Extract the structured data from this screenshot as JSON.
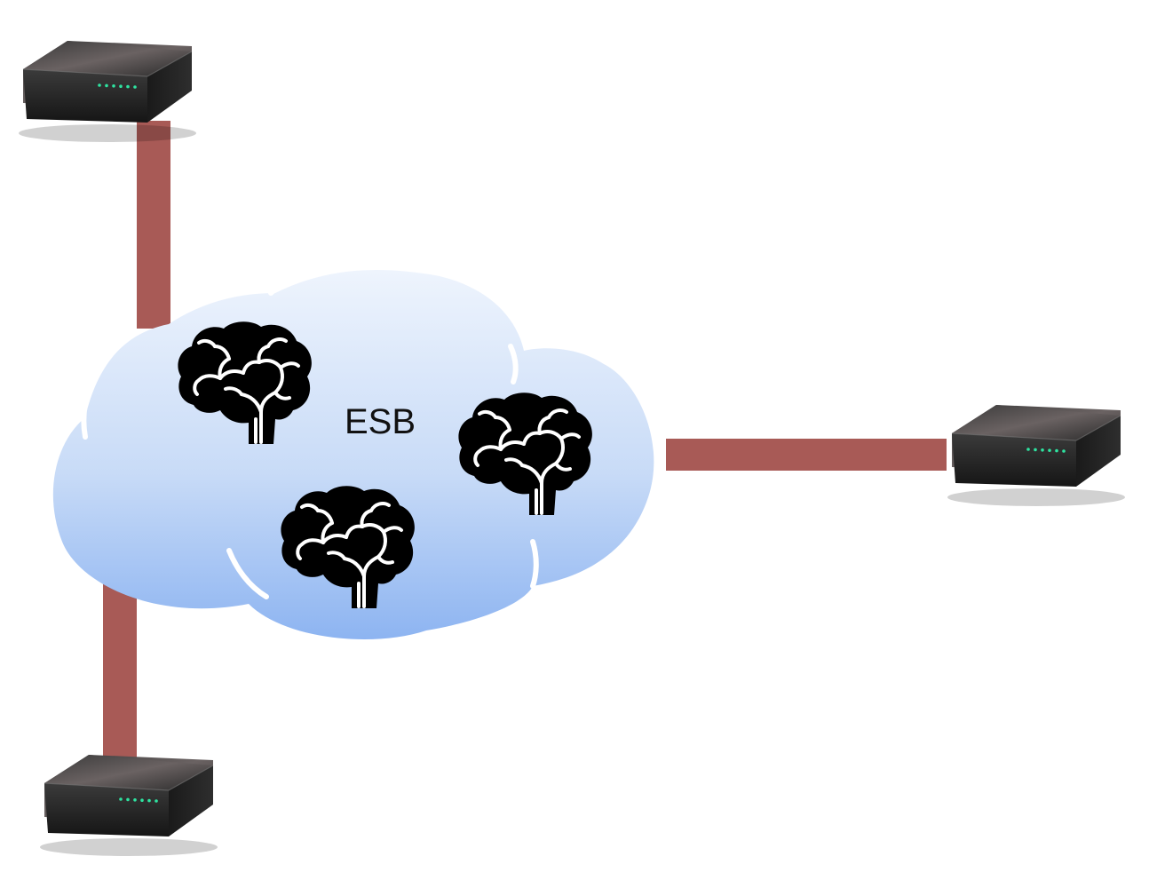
{
  "diagram": {
    "center_label": "ESB",
    "nodes": [
      {
        "id": "device-top-left",
        "icon": "network-device-icon"
      },
      {
        "id": "device-right",
        "icon": "network-device-icon"
      },
      {
        "id": "device-bottom-left",
        "icon": "network-device-icon"
      }
    ],
    "hub_icons": [
      "brain-icon",
      "brain-icon",
      "brain-icon"
    ],
    "colors": {
      "connector": "#A85A56",
      "cloud_top": "#EAF1FC",
      "cloud_bottom": "#8FB6F2",
      "device_body": "#2B2B2B",
      "device_led": "#2EE3A0"
    }
  }
}
